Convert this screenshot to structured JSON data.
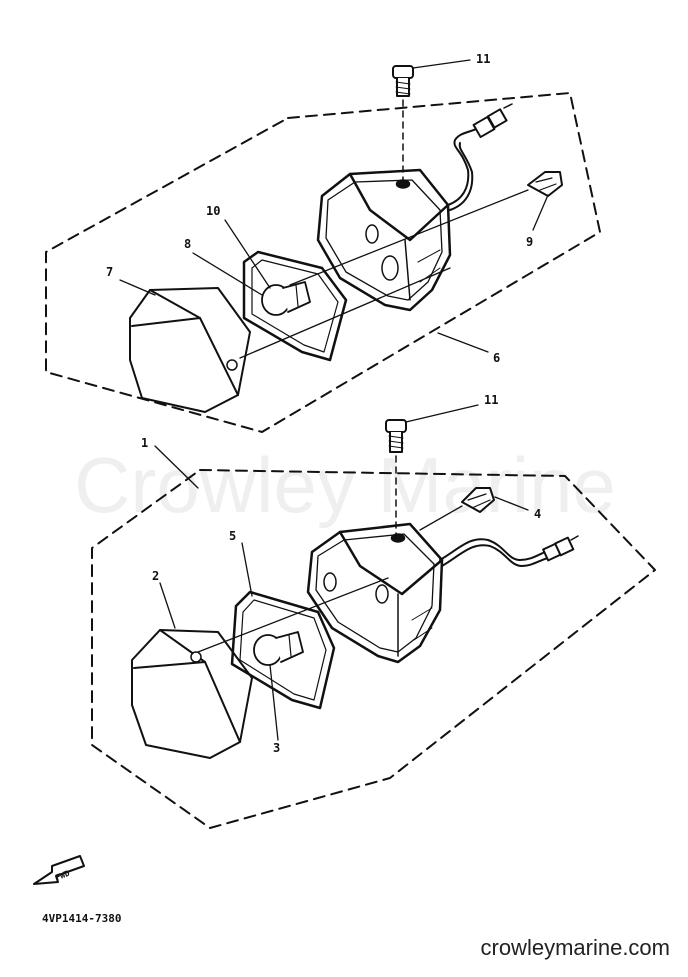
{
  "watermark": "Crowley Marine",
  "footer": {
    "part_code": "4VP1414-7380",
    "fwd_label": "FWD",
    "site_url": "crowleymarine.com"
  },
  "callouts": {
    "c1": "1",
    "c2": "2",
    "c3": "3",
    "c4": "4",
    "c5": "5",
    "c6": "6",
    "c7": "7",
    "c8": "8",
    "c9": "9",
    "c10": "10",
    "c11a": "11",
    "c11b": "11"
  }
}
